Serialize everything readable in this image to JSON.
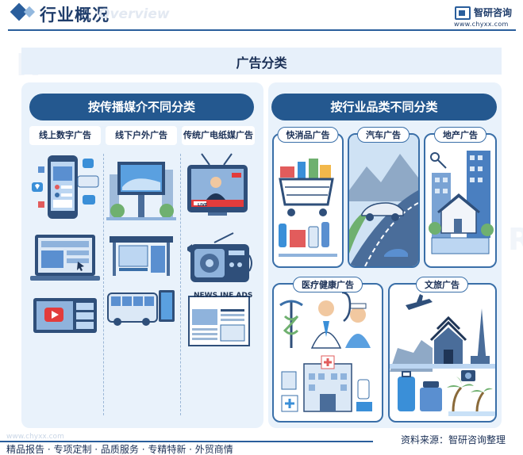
{
  "header": {
    "title": "行业概况",
    "title_en": "Overview",
    "logo_name": "智研咨询",
    "logo_url": "www.chyxx.com"
  },
  "main_title": "广告分类",
  "left": {
    "heading": "按传播媒介不同分类",
    "tabs": [
      "线上数字广告",
      "线下户外广告",
      "传统广电纸媒广告"
    ],
    "news_text": "NEWS INE ADS",
    "live_text": "LIVE"
  },
  "right": {
    "heading": "按行业品类不同分类",
    "cards": [
      "快消品广告",
      "汽车广告",
      "地产广告",
      "医疗健康广告",
      "文旅广告"
    ]
  },
  "footer": {
    "source": "资料来源：智研咨询整理",
    "slogan": "精品报告 · 专项定制 · 品质服务 · 专精特新 · 外贸商情",
    "watermark": "www.chyxx.com"
  },
  "colors": {
    "primary": "#24588f",
    "panel_bg": "#e9f2fb",
    "band_bg": "#e7f0fa",
    "card_border": "#3a6fa8"
  }
}
